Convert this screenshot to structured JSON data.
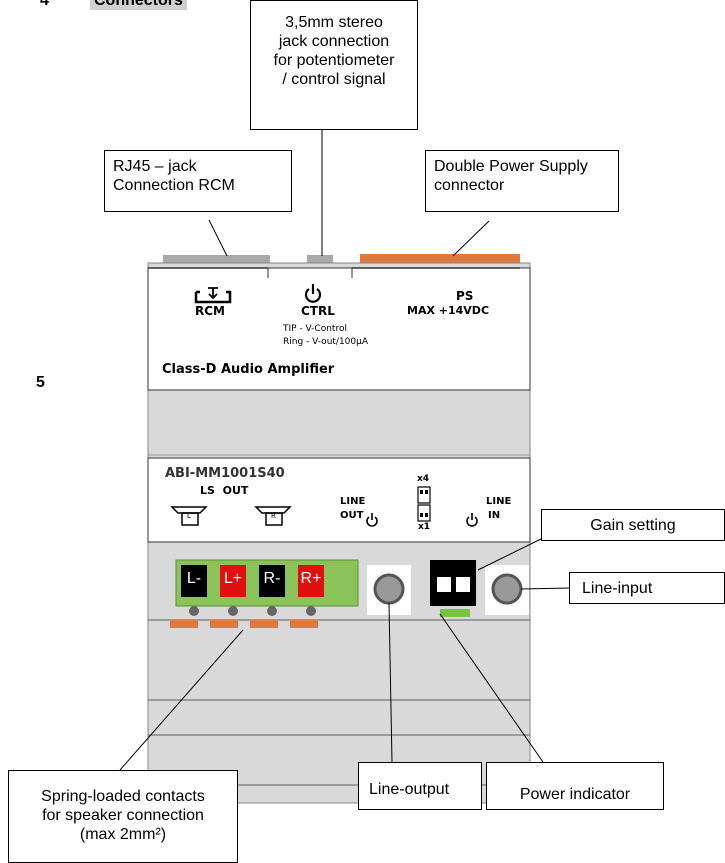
{
  "section": {
    "number": "4",
    "title": "Connectors",
    "side_number": "5"
  },
  "callouts": {
    "jack": [
      "3,5mm stereo",
      "jack connection",
      "for potentiometer",
      "/ control signal"
    ],
    "rj45": [
      "RJ45 – jack",
      "Connection RCM"
    ],
    "power_supply": [
      "Double Power Supply",
      "connector"
    ],
    "gain": "Gain setting",
    "line_input": "Line-input",
    "line_output": "Line-output",
    "power_indicator": "Power indicator",
    "spring": [
      "Spring-loaded contacts",
      "for speaker connection",
      "(max 2mm²)"
    ]
  },
  "device": {
    "top_panel": {
      "rcm": "RCM",
      "ctrl": "CTRL",
      "ps": "PS",
      "ps_max": "MAX +14VDC",
      "tip": "TIP - V-Control",
      "ring": "Ring - V-out/100µA",
      "product": "Class-D Audio Amplifier"
    },
    "mid_panel": {
      "model": "ABI-MM1001S40",
      "ls_out": "LS  OUT",
      "speaker_l": "L",
      "speaker_r": "R",
      "line": "LINE",
      "out": "OUT",
      "in": "IN",
      "x4": "x4",
      "x1": "x1"
    },
    "terminals": [
      "L-",
      "L+",
      "R-",
      "R+"
    ]
  },
  "colors": {
    "orange": "#e07a3c",
    "green": "#8bc35a",
    "red_terminal": "#e01010",
    "housing": "#d9d9d9",
    "rj45_gray": "#a8a8a8",
    "led_green": "#7ac143"
  }
}
